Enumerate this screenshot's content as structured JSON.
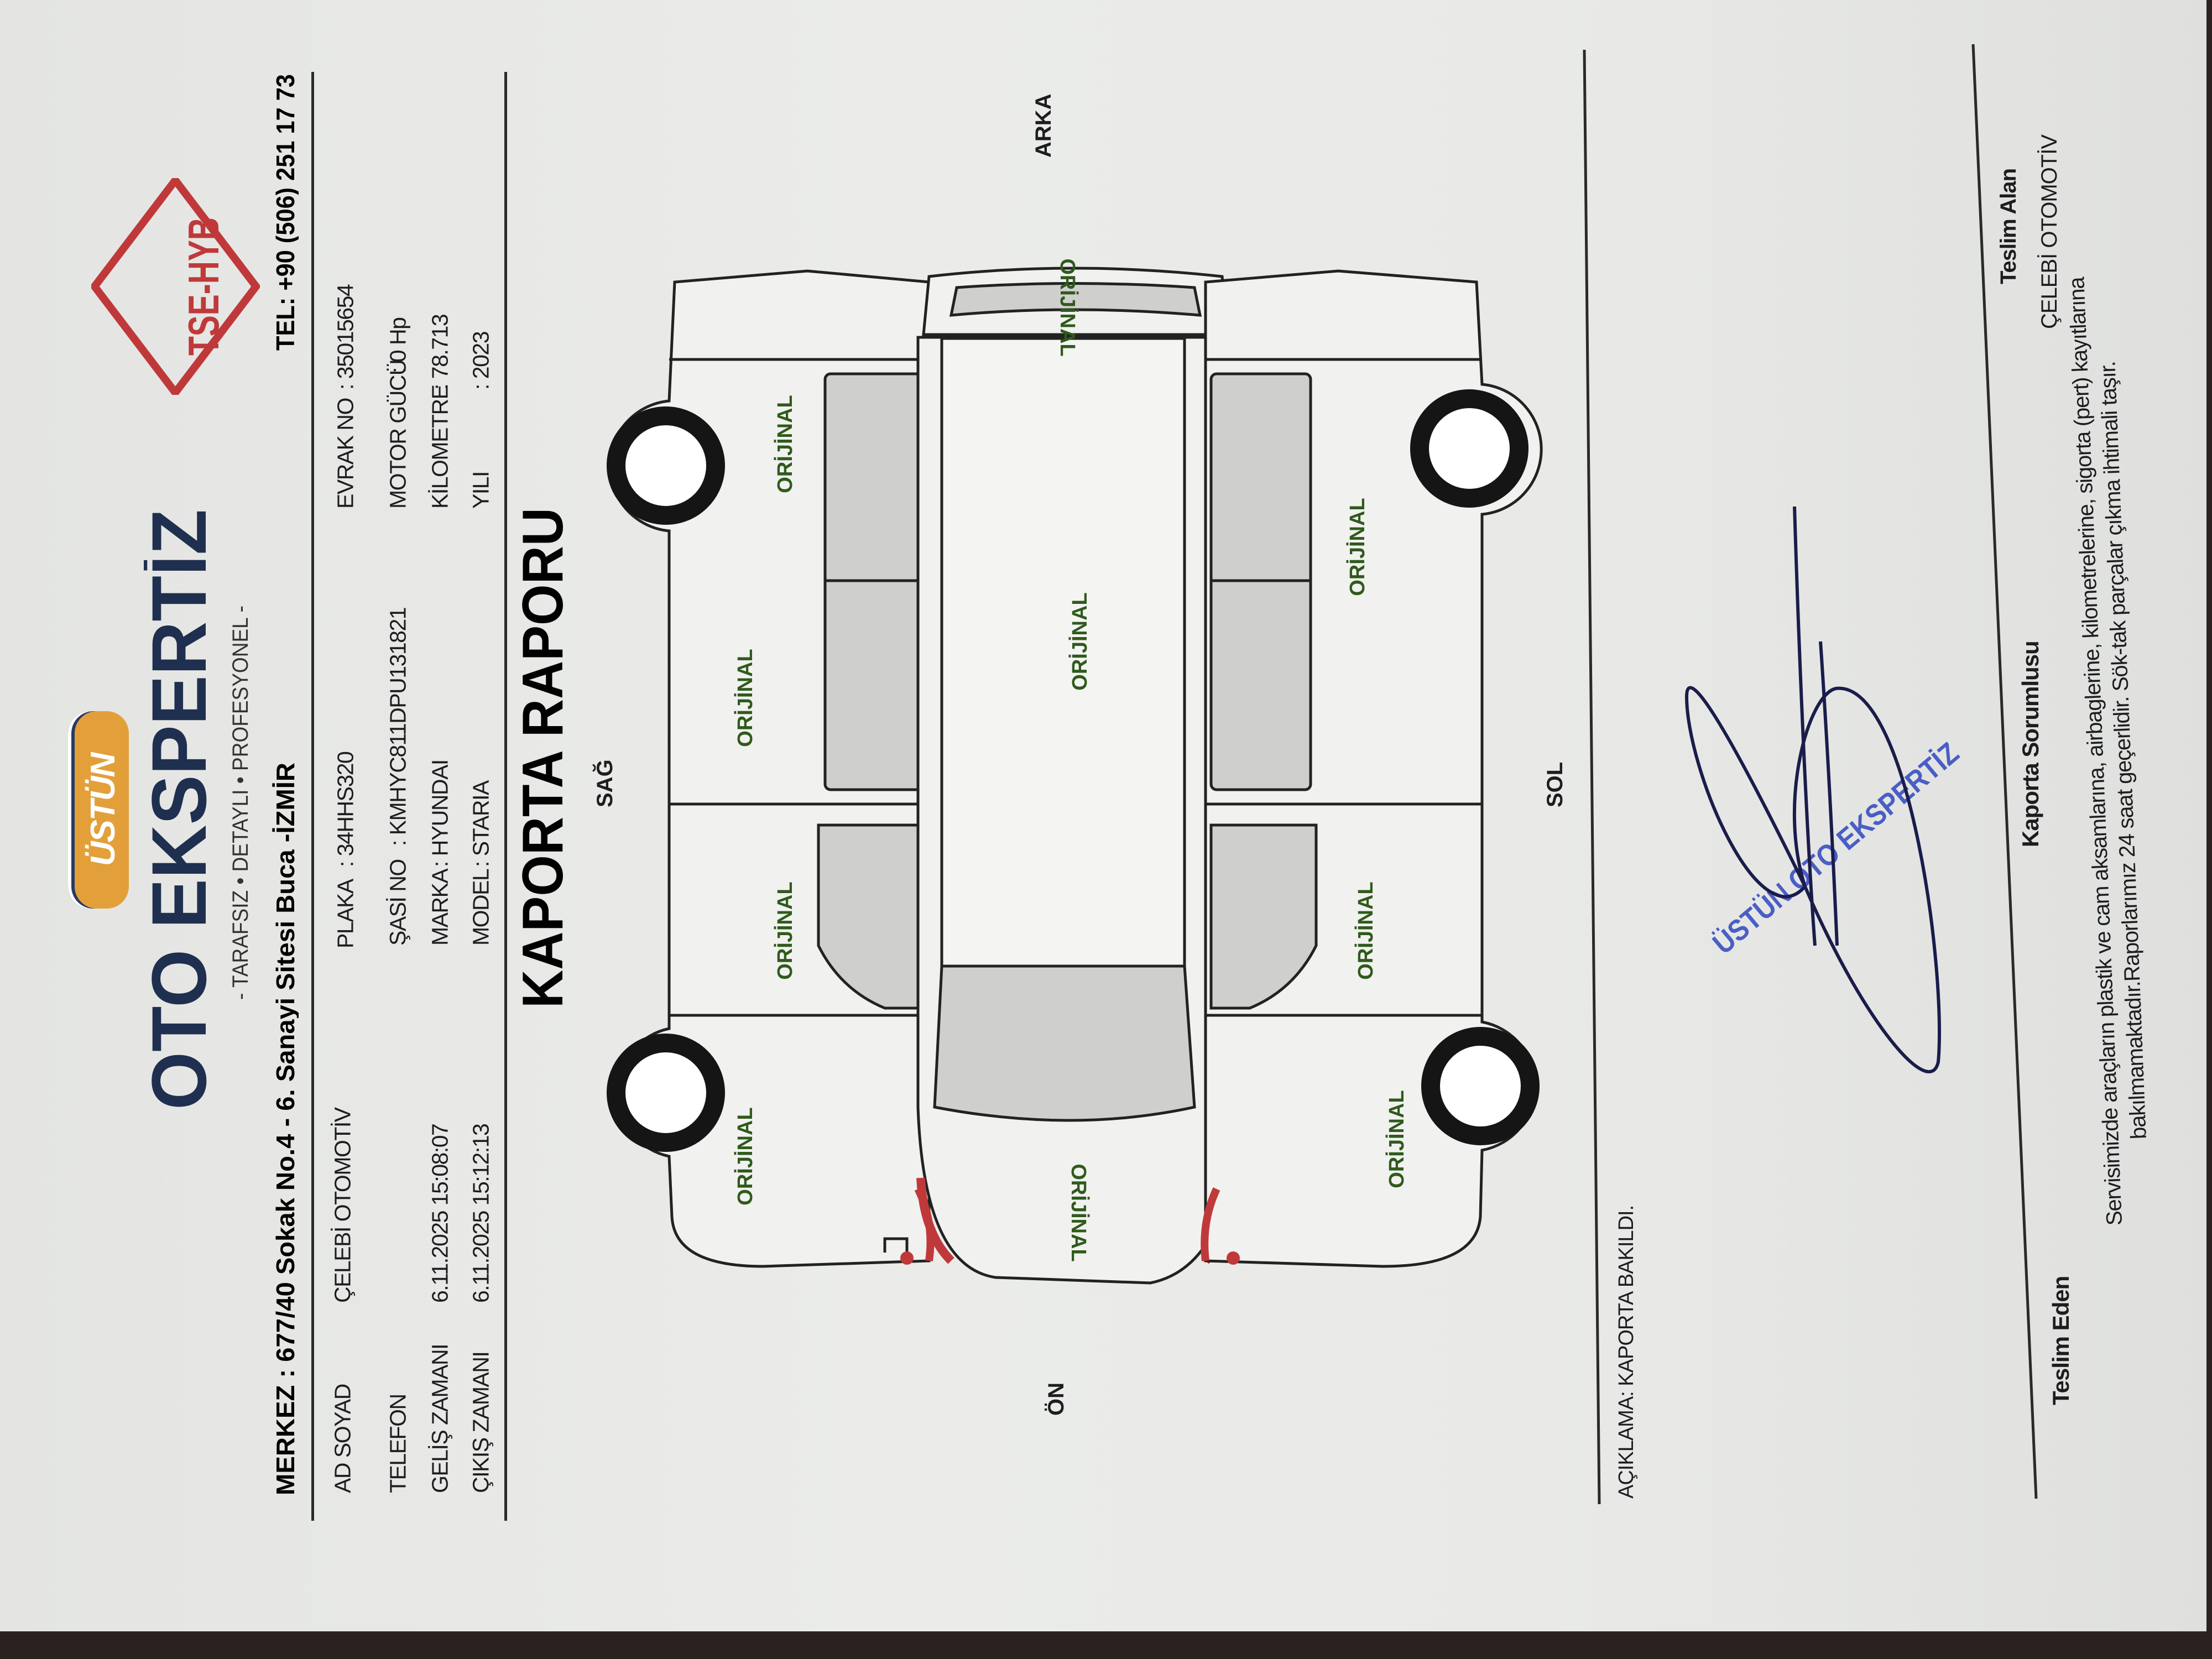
{
  "header": {
    "brand_badge": "ÜSTÜN",
    "brand_name": "OTO EKSPERTİZ",
    "tagline": "- TARAFSIZ • DETAYLI • PROFESYONEL -",
    "certification": "TSE-HYB",
    "address": "MERKEZ : 677/40 Sokak No.4 - 6. Sanayi Sitesi Buca -İZMİR",
    "phone": "TEL: +90 (506) 251 17 73"
  },
  "info": {
    "ad_soyad_label": "AD SOYAD",
    "ad_soyad_value": "ÇELEBİ OTOMOTİV",
    "telefon_label": "TELEFON",
    "gelis_label": "GELİŞ ZAMANI",
    "gelis_value": "6.11.2025 15:08:07",
    "cikis_label": "ÇIKIŞ ZAMANI",
    "cikis_value": "6.11.2025 15:12:13",
    "plaka_label": "PLAKA",
    "plaka_value": ": 34HHS320",
    "sasi_label": "ŞASİ NO",
    "sasi_value": ": KMHYC811DPU131821",
    "marka_label": "MARKA",
    "marka_value": ": HYUNDAI",
    "model_label": "MODEL",
    "model_value": ": STARIA",
    "evrak_label": "EVRAK NO",
    "evrak_value": ": 35015654",
    "motor_label": "MOTOR GÜCÜ",
    "motor_value": ": 0 Hp",
    "km_label": "KİLOMETRE",
    "km_value": ": 78.713",
    "yil_label": "YILI",
    "yil_value": ": 2023"
  },
  "report": {
    "title": "KAPORTA RAPORU",
    "side_right": "SAĞ",
    "side_left": "SOL",
    "front": "ÖN",
    "rear": "ARKA",
    "panels": [
      {
        "part": "right-front-fender",
        "status": "ORİJİNAL"
      },
      {
        "part": "right-front-door",
        "status": "ORİJİNAL"
      },
      {
        "part": "right-sliding-door",
        "status": "ORİJİNAL"
      },
      {
        "part": "right-rear-quarter",
        "status": "ORİJİNAL"
      },
      {
        "part": "front-bumper",
        "status": "ORİJİNAL"
      },
      {
        "part": "roof",
        "status": "ORİJİNAL"
      },
      {
        "part": "rear-tailgate",
        "status": "ORİJİNAL"
      },
      {
        "part": "left-rear-quarter",
        "status": "ORİJİNAL"
      },
      {
        "part": "left-front-door",
        "status": "ORİJİNAL"
      },
      {
        "part": "left-front-fender",
        "status": "ORİJİNAL"
      }
    ],
    "status_color": "#2f5a1c"
  },
  "footer": {
    "aciklama": "AÇIKLAMA: KAPORTA BAKILDI.",
    "stamp": "ÜSTÜN OTO EKSPERTİZ",
    "kaporta_sorumlusu": "Kaporta Sorumlusu",
    "teslim_eden": "Teslim Eden",
    "teslim_alan": "Teslim Alan",
    "teslim_alan_value": "ÇELEBİ OTOMOTİV",
    "disclaimer_1": "Servisimizde araçların plastik ve cam aksamlarına, airbaglerine, kilometrelerine, sigorta (pert) kayıtlarına",
    "disclaimer_2": "bakılmamaktadır.Raporlarımız 24 saat geçerlidir. Sök-tak parçalar çıkma ihtimali taşır."
  },
  "colors": {
    "brand_navy": "#1f2f4f",
    "brand_orange": "#e3a03a",
    "tse_red": "#c0393a",
    "stamp_blue": "#2f47c0",
    "signature": "#1a1d4a"
  }
}
